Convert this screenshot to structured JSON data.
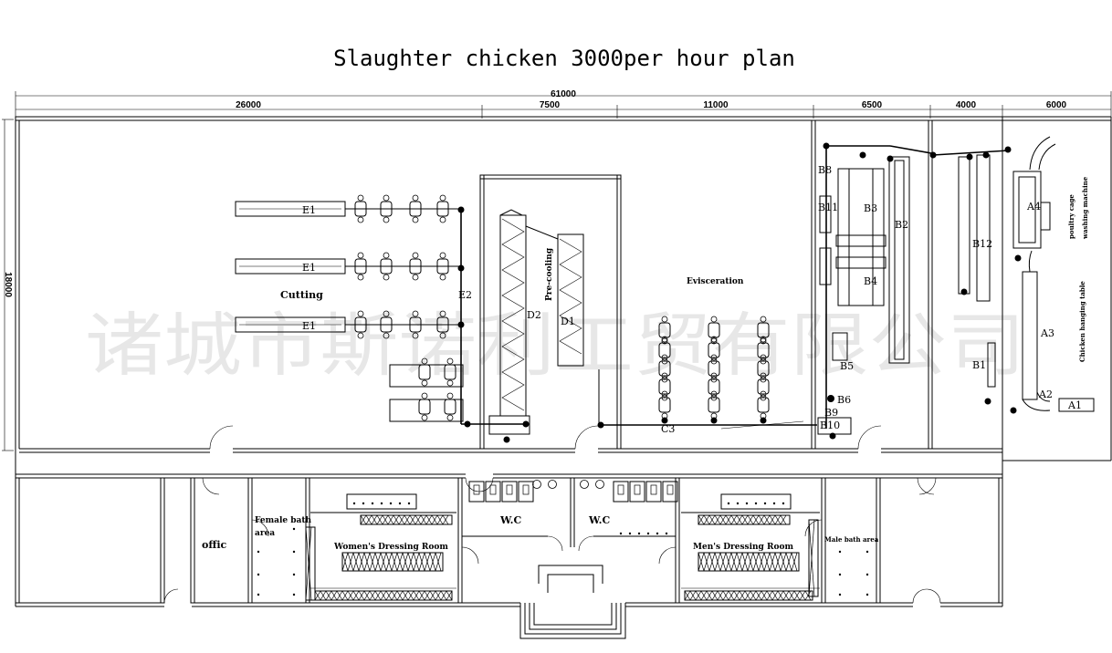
{
  "title": "Slaughter chicken 3000per hour  plan",
  "dimensions": {
    "total": "61000",
    "segments": [
      "26000",
      "7500",
      "11000",
      "6500",
      "4000",
      "6000"
    ],
    "side": "18000"
  },
  "areas": {
    "cutting": "Cutting",
    "pre_cooling": "Pre-cooling",
    "evisceration": "Evisceration",
    "cage_washer_line1": "poultry cage",
    "cage_washer_line2": "washing machine",
    "hanging_table": "Chicken hanging table",
    "office": "offic",
    "female_bath_line1": "Female bath",
    "female_bath_line2": "area",
    "male_bath": "Male bath area",
    "womens_dressing": "Women's Dressing Room",
    "mens_dressing": "Men's Dressing Room",
    "wc_left": "W.C",
    "wc_right": "W.C"
  },
  "equipment_codes": {
    "e1a": "E1",
    "e1b": "E1",
    "e1c": "E1",
    "e2": "E2",
    "d1": "D1",
    "d2": "D2",
    "c3": "C3",
    "b1": "B1",
    "b2": "B2",
    "b3": "B3",
    "b4": "B4",
    "b5": "B5",
    "b6": "B6",
    "b8": "B8",
    "b9": "B9",
    "b10": "B10",
    "b11": "B11",
    "b12": "B12",
    "a1": "A1",
    "a2": "A2",
    "a3": "A3",
    "a4": "A4"
  },
  "watermark": "诸城市斯诺利工贸有限公司"
}
